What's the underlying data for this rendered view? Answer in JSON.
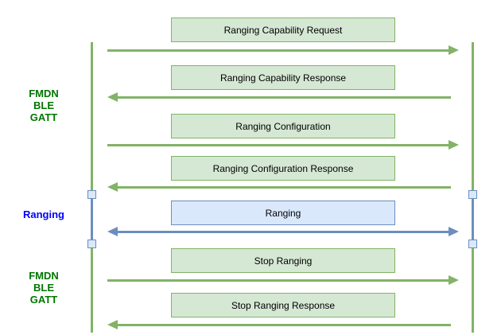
{
  "diagram": {
    "type": "sequence-diagram",
    "side_labels": [
      {
        "lines": [
          "FMDN",
          "BLE",
          "GATT"
        ],
        "color": "#007700"
      },
      {
        "lines": [
          "Ranging"
        ],
        "color": "#0000ff"
      },
      {
        "lines": [
          "FMDN",
          "BLE",
          "GATT"
        ],
        "color": "#007700"
      }
    ],
    "messages": [
      {
        "label": "Ranging Capability Request",
        "direction": "right",
        "theme": "green"
      },
      {
        "label": "Ranging Capability Response",
        "direction": "left",
        "theme": "green"
      },
      {
        "label": "Ranging Configuration",
        "direction": "right",
        "theme": "green"
      },
      {
        "label": "Ranging Configuration Response",
        "direction": "left",
        "theme": "green"
      },
      {
        "label": "Ranging",
        "direction": "both",
        "theme": "blue"
      },
      {
        "label": "Stop Ranging",
        "direction": "right",
        "theme": "green"
      },
      {
        "label": "Stop Ranging Response",
        "direction": "left",
        "theme": "green"
      }
    ],
    "lifelines": {
      "count": 2,
      "color": "#82b366",
      "ranging_segment_color": "#6c8ebf",
      "activation_marker_fill": "#dae8fc",
      "activation_marker_stroke": "#6c8ebf"
    },
    "colors": {
      "background": "#ffffff",
      "green_fill": "#d5e8d4",
      "green_stroke": "#82b366",
      "blue_fill": "#dae8fc",
      "blue_stroke": "#6c8ebf",
      "box_text": "#000000",
      "label_green": "#007700",
      "label_blue": "#0000ff"
    }
  }
}
